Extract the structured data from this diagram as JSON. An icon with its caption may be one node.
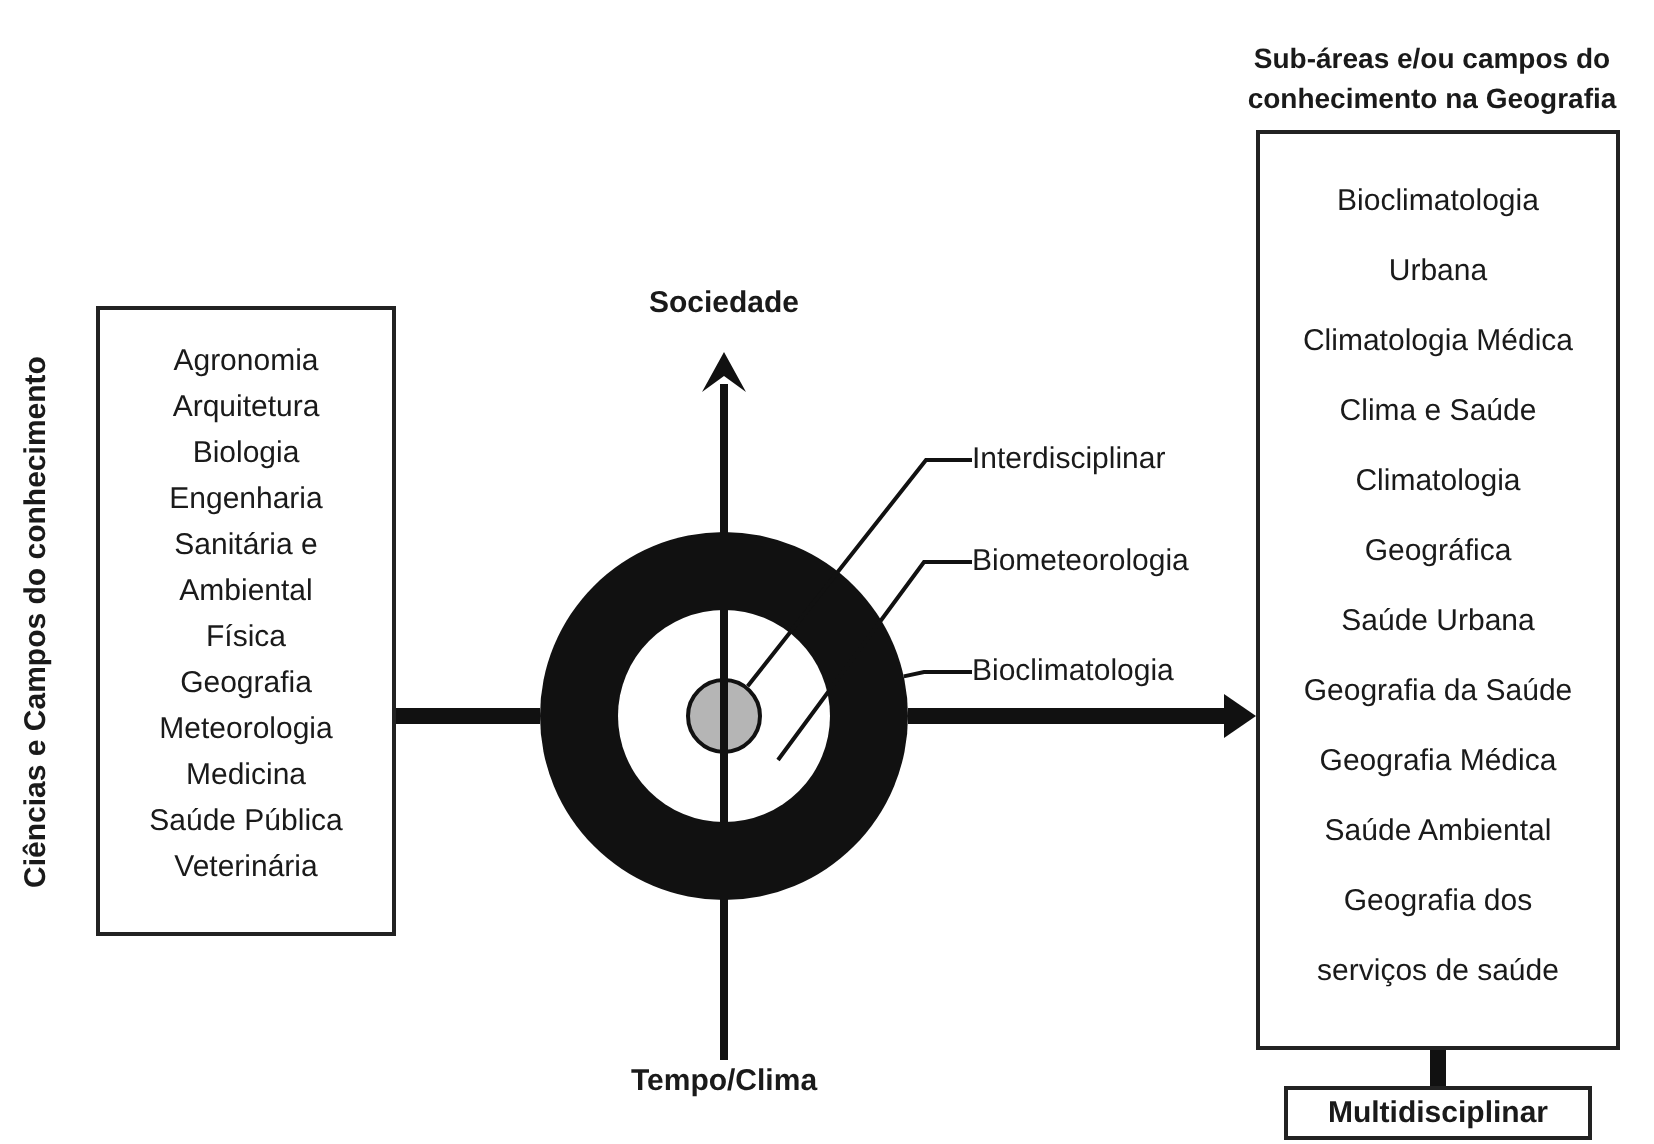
{
  "diagram": {
    "nodes": [
      {
        "text": [
          "Ciências e Campos do conhecimento",
          "Agronomia",
          "Arquitetura",
          "Biologia",
          "Engenharia Sanitária e Ambiental",
          "Física",
          "Geografia",
          "Meteorologia",
          "Medicina",
          "Saúde Pública",
          "Veterinária"
        ]
      },
      {
        "text": [],
        "shape": "circle"
      },
      {
        "text": [],
        "shape": "circle",
        "in": 1
      },
      {
        "text": [],
        "shape": "circle",
        "in": 2
      },
      {
        "text": [
          "Interdisciplinar"
        ]
      },
      {
        "text": [
          "Biometeorologia"
        ]
      },
      {
        "text": [
          "Bioclimatologia"
        ]
      },
      {
        "text": [
          "Sub-áreas e/ou campos do conhecimento na Geografia",
          "Bioclimatologia Urbana",
          "Climatologia Médica",
          "Clima e Saúde",
          "Climatologia Geográfica",
          "Saúde Urbana",
          "Geografia da Saúde",
          "Geografia Médica",
          "Saúde Ambiental",
          "Geografia dos serviços de saúde"
        ]
      },
      {
        "text": [
          "Multidisciplinar"
        ]
      }
    ],
    "edges": [
      {
        "from": 0,
        "to": 1,
        "arrow": "none",
        "style": "thick"
      },
      {
        "from": 1,
        "to": 7,
        "arrow": "to",
        "style": "thick"
      },
      {
        "from": 4,
        "to": 3,
        "arrow": "none"
      },
      {
        "from": 5,
        "to": 2,
        "arrow": "none"
      },
      {
        "from": 6,
        "to": 1,
        "arrow": "none"
      },
      {
        "from": 7,
        "to": 8,
        "arrow": "none",
        "style": "thick"
      }
    ],
    "labels": [
      "Sociedade",
      "Tempo/Clima"
    ]
  }
}
